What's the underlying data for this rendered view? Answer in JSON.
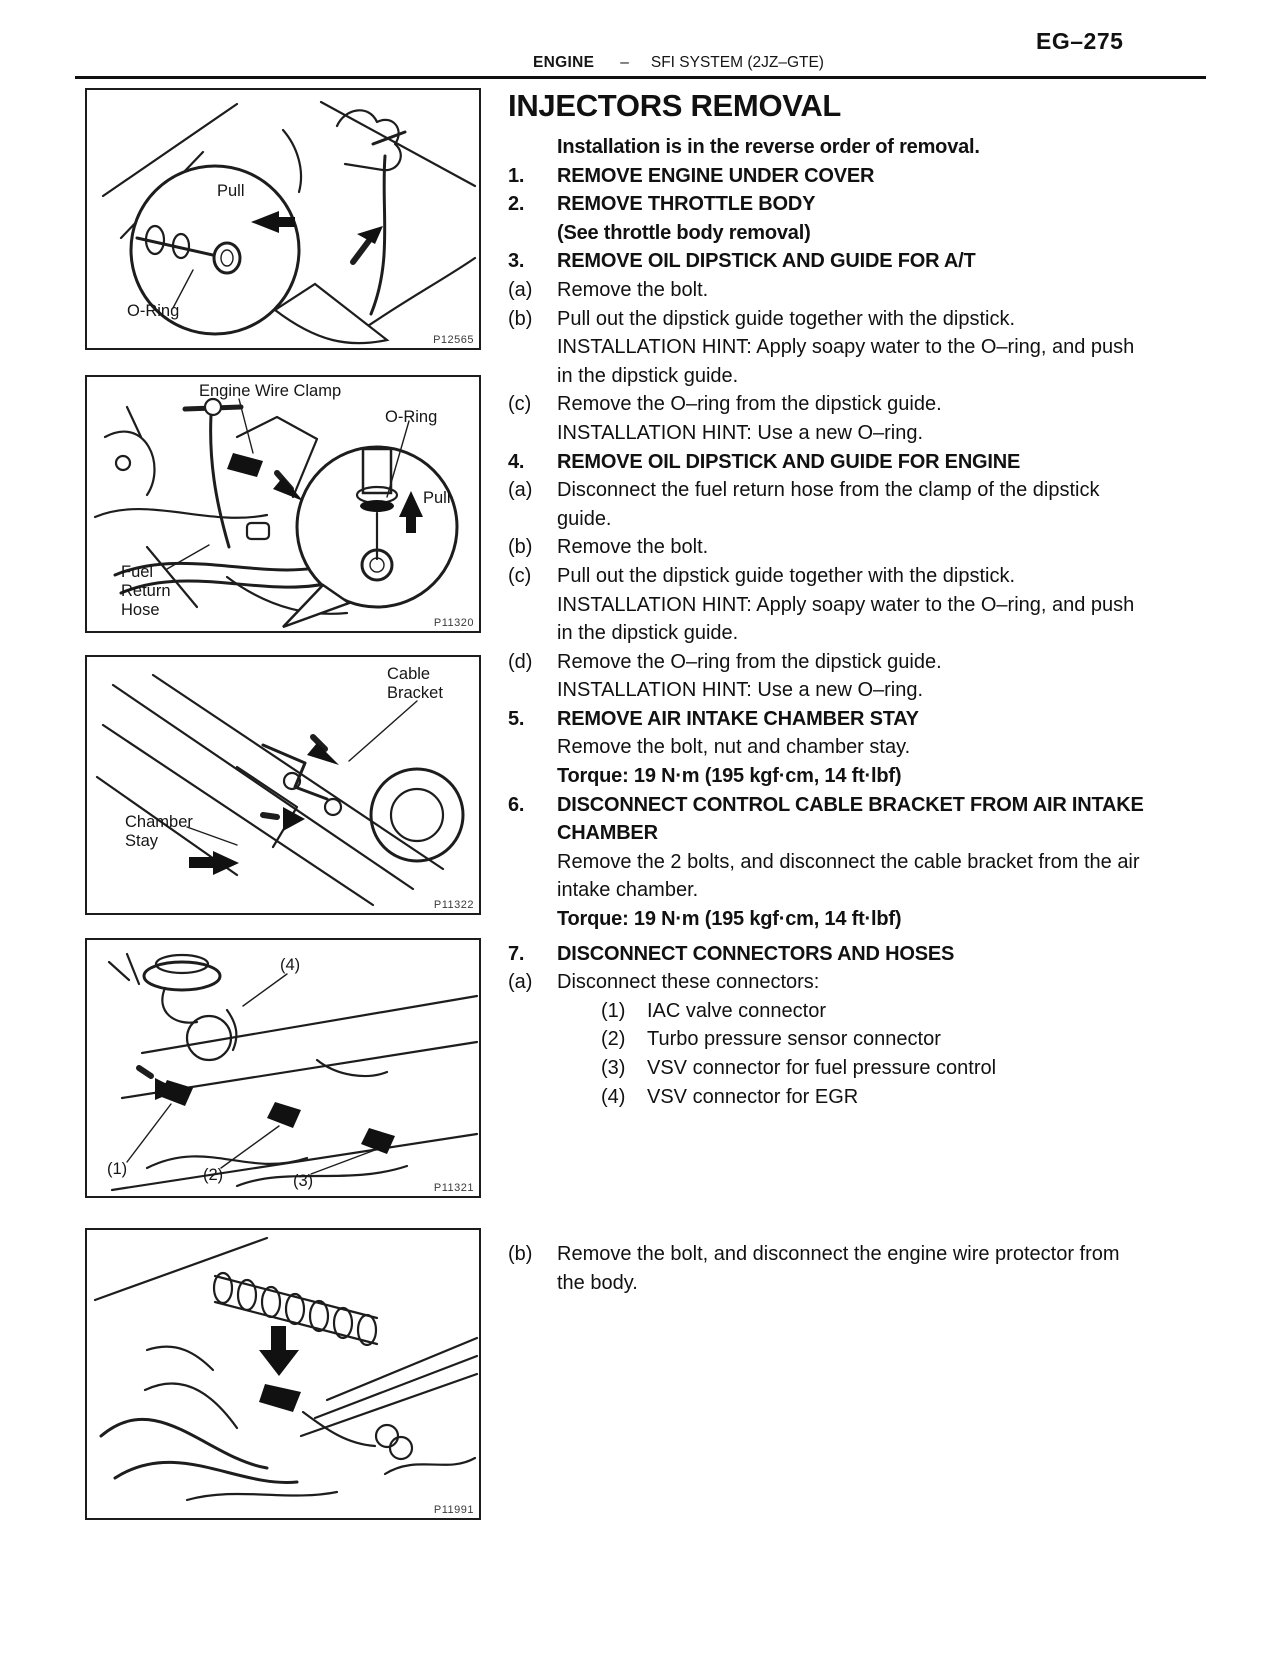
{
  "header": {
    "page_number": "EG–275",
    "section": "ENGINE",
    "separator": "–",
    "subsection": "SFI SYSTEM (2JZ–GTE)"
  },
  "content": {
    "title": "INJECTORS REMOVAL",
    "lines": [
      {
        "num": "",
        "text": "Installation is in the reverse order of removal."
      },
      {
        "num": "1.",
        "text": "REMOVE ENGINE UNDER COVER"
      },
      {
        "num": "2.",
        "text": "REMOVE THROTTLE BODY"
      },
      {
        "num": "",
        "text": "(See throttle body removal)"
      },
      {
        "num": "3.",
        "text": "REMOVE OIL DIPSTICK AND GUIDE FOR A/T"
      },
      {
        "num": "(a)",
        "text": "Remove the bolt."
      },
      {
        "num": "(b)",
        "text": "Pull out the dipstick guide together with the dipstick."
      },
      {
        "num": "",
        "text": "INSTALLATION HINT: Apply soapy water to the O–ring, and push in the dipstick guide."
      },
      {
        "num": "(c)",
        "text": "Remove the O–ring from the dipstick guide."
      },
      {
        "num": "",
        "text": "INSTALLATION HINT: Use a new O–ring."
      },
      {
        "num": "4.",
        "text": "REMOVE OIL DIPSTICK AND GUIDE FOR ENGINE"
      },
      {
        "num": "(a)",
        "text": "Disconnect the fuel return hose from the clamp of the dipstick guide."
      },
      {
        "num": "(b)",
        "text": "Remove the bolt."
      },
      {
        "num": "(c)",
        "text": "Pull out the dipstick guide together with the dipstick."
      },
      {
        "num": "",
        "text": "INSTALLATION HINT: Apply soapy water to the O–ring, and push in the dipstick guide."
      },
      {
        "num": "(d)",
        "text": "Remove the O–ring from the dipstick guide."
      },
      {
        "num": "",
        "text": "INSTALLATION HINT: Use a new O–ring."
      },
      {
        "num": "5.",
        "text": "REMOVE AIR INTAKE CHAMBER STAY"
      },
      {
        "num": "",
        "text": "Remove the bolt, nut and chamber stay."
      },
      {
        "num": "",
        "text": "Torque: 19 N·m (195 kgf·cm, 14 ft·lbf)"
      },
      {
        "num": "6.",
        "text": "DISCONNECT CONTROL CABLE BRACKET FROM AIR INTAKE CHAMBER"
      },
      {
        "num": "",
        "text": "Remove the 2 bolts, and disconnect the cable bracket from the air intake chamber."
      },
      {
        "num": "",
        "text": "Torque: 19 N·m (195 kgf·cm, 14 ft·lbf)"
      },
      {
        "num": "7.",
        "text": "DISCONNECT CONNECTORS AND HOSES"
      },
      {
        "num": "(a)",
        "text": "Disconnect these connectors:"
      },
      {
        "num": "(1)",
        "text": "IAC valve connector"
      },
      {
        "num": "(2)",
        "text": "Turbo pressure sensor connector"
      },
      {
        "num": "(3)",
        "text": "VSV connector for fuel pressure control"
      },
      {
        "num": "(4)",
        "text": "VSV connector for EGR"
      }
    ],
    "step_b": {
      "num": "(b)",
      "text": "Remove the bolt, and disconnect the engine wire protector from the body."
    }
  },
  "figures": {
    "fig1": {
      "code": "P12565",
      "label_pull": "Pull",
      "label_oring": "O-Ring"
    },
    "fig2": {
      "code": "P11320",
      "label_clamp": "Engine Wire Clamp",
      "label_oring": "O-Ring",
      "label_pull": "Pull",
      "label_fuel": "Fuel\nReturn\nHose"
    },
    "fig3": {
      "code": "P11322",
      "label_cable": "Cable\nBracket",
      "label_stay": "Chamber\nStay"
    },
    "fig4": {
      "code": "P11321",
      "label_1": "(1)",
      "label_2": "(2)",
      "label_3": "(3)",
      "label_4": "(4)"
    },
    "fig5": {
      "code": "P11991"
    }
  }
}
